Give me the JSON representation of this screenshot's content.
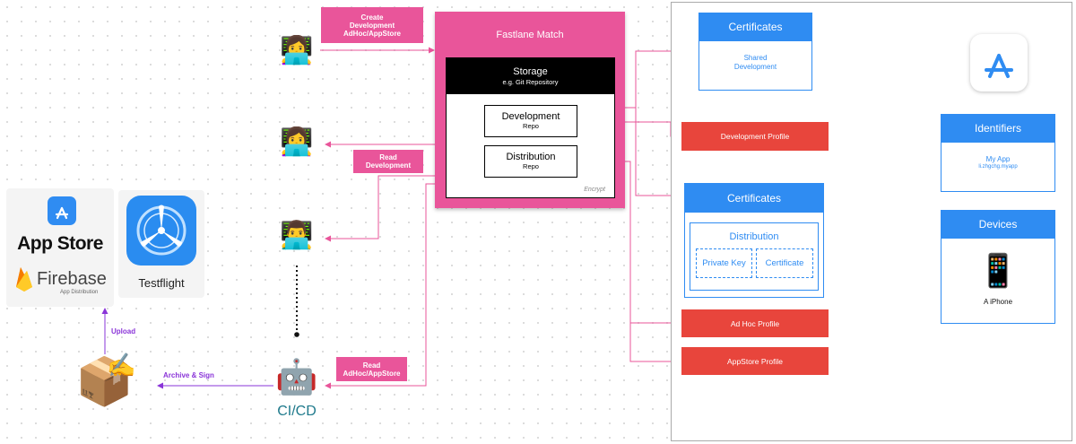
{
  "left": {
    "appstore_label": "App Store",
    "firebase_label": "Firebase",
    "firebase_sub": "App Distribution",
    "testflight_label": "Testflight",
    "upload_label": "Upload",
    "archive_label": "Archive & Sign",
    "cicd_label": "CI/CD",
    "package_icon": "📦",
    "pen_icon": "✍️",
    "robot_icon": "🤖"
  },
  "devs": {
    "dev1_icon": "👩‍💻",
    "dev2_icon": "👩‍💻",
    "dev3_icon": "👨‍💻"
  },
  "labels": {
    "create_line1": "Create",
    "create_line2": "Development",
    "create_line3": "AdHoc/AppStore",
    "read_dev_line1": "Read",
    "read_dev_line2": "Development",
    "read_adhoc_line1": "Read",
    "read_adhoc_line2": "AdHoc/AppStore"
  },
  "match": {
    "title": "Fastlane Match",
    "storage_title": "Storage",
    "storage_sub": "e.g. Git Repository",
    "dev_repo_title": "Development",
    "dev_repo_sub": "Repo",
    "dist_repo_title": "Distribution",
    "dist_repo_sub": "Repo",
    "encrypt": "Encrypt"
  },
  "apple": {
    "cert_shared_title": "Certificates",
    "cert_shared_line1": "Shared",
    "cert_shared_line2": "Development",
    "cert_dist_title": "Certificates",
    "distribution_title": "Distribution",
    "private_key": "Private Key",
    "certificate": "Certificate",
    "dev_profile": "Development Profile",
    "adhoc_profile": "Ad Hoc Profile",
    "appstore_profile": "AppStore Profile",
    "identifiers_title": "Identifiers",
    "identifiers_app": "My App",
    "identifiers_bundle": "li.zhgchg.myapp",
    "devices_title": "Devices",
    "device_name": "A iPhone",
    "phone_icon": "📱"
  },
  "colors": {
    "pink": "#e9559a",
    "blue": "#2f8cf2",
    "red": "#e8453c",
    "purple": "#8a34d8"
  }
}
